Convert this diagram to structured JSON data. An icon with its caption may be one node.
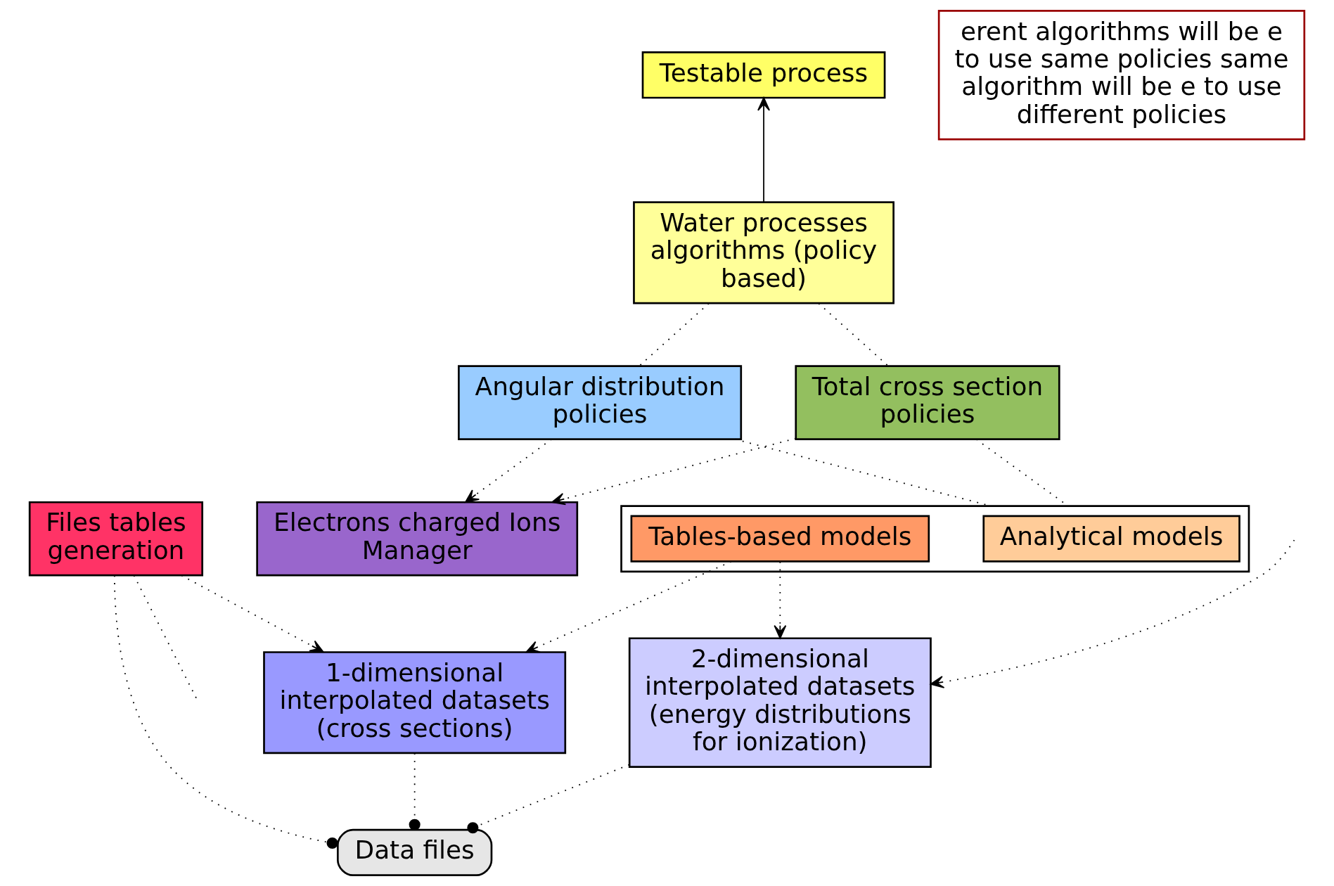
{
  "diagram": {
    "nodes": [
      {
        "text": [
          "Testable process"
        ]
      },
      {
        "text": [
          "Water processes algorithms (policy based)"
        ]
      },
      {
        "text": [
          "Total cross section policies"
        ]
      },
      {
        "text": [
          "Electrons charged Ions Manager"
        ]
      },
      {
        "text": [
          "Angular distribution policies"
        ]
      },
      {
        "text": [],
        "shape": "box"
      },
      {
        "text": [
          "Analytical models"
        ],
        "in": 5
      },
      {
        "text": [
          "Tables-based models"
        ],
        "in": 5
      },
      {
        "text": [
          "erent algorithms will be e to use same policies same algorithm will be e to use different policies"
        ]
      },
      {
        "text": [
          "Files tables generation"
        ]
      },
      {
        "text": [
          "1-dimensional interpolated datasets (cross sections)"
        ]
      },
      {
        "text": [
          "2-dimensional interpolated datasets (energy distributions for ionization)"
        ]
      },
      {
        "text": [
          "Data files"
        ]
      }
    ],
    "edges": [
      {
        "from": 1,
        "to": 0,
        "arrow": "to"
      },
      {
        "from": 2,
        "to": 3,
        "arrow": "to",
        "style": "dashed"
      },
      {
        "from": 4,
        "to": 3,
        "arrow": "to",
        "style": "dashed"
      },
      {
        "from": 1,
        "to": 2,
        "arrow": "none",
        "style": "dashed"
      },
      {
        "from": 1,
        "to": 4,
        "arrow": "none",
        "style": "dashed"
      },
      {
        "from": 2,
        "to": 5,
        "arrow": "none",
        "style": "dashed"
      },
      {
        "from": 4,
        "to": 5,
        "arrow": "none",
        "style": "dashed"
      },
      {
        "from": 7,
        "to": 10,
        "arrow": "to",
        "style": "dashed"
      },
      {
        "from": 7,
        "to": 11,
        "arrow": "to",
        "style": "dashed"
      },
      {
        "from": 9,
        "to": 10,
        "arrow": "to",
        "style": "dashed"
      },
      {
        "from": 9,
        "to": 12,
        "arrow": "other",
        "style": "dashed"
      },
      {
        "from": 10,
        "to": 12,
        "arrow": "other",
        "style": "dashed"
      },
      {
        "from": 11,
        "to": 12,
        "arrow": "other",
        "style": "dashed"
      },
      {
        "from": 9,
        "to": null,
        "arrow": "none",
        "style": "dashed"
      },
      {
        "from": null,
        "to": 11,
        "arrow": "to",
        "style": "dashed"
      }
    ]
  }
}
